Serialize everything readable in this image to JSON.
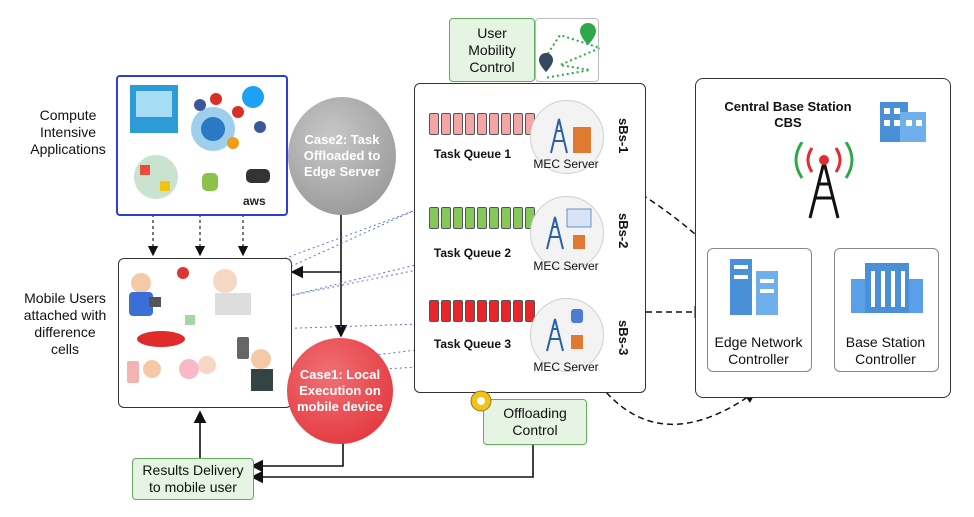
{
  "left": {
    "compute_label": "Compute\nIntensive\nApplications",
    "users_label": "Mobile Users\nattached with\ndifference\ncells"
  },
  "cases": {
    "case2": "Case2: Task\nOffloaded to\nEdge Server",
    "case1": "Case1: Local\nExecution on\nmobile device"
  },
  "results_box": "Results Delivery\nto mobile user",
  "mobility_box": "User\nMobility\nControl",
  "offloading_box": "Offloading\nControl",
  "queues": [
    {
      "label": "Task Queue 1",
      "color": "#f4a6a6"
    },
    {
      "label": "Task Queue 2",
      "color": "#86c95a"
    },
    {
      "label": "Task Queue 3",
      "color": "#e8262a"
    }
  ],
  "mec_label": "MEC Server",
  "sbs": [
    "sBs-1",
    "sBs-2",
    "sBs-3"
  ],
  "cbs": {
    "title": "Central Base Station",
    "subtitle": "CBS",
    "edge_controller": "Edge Network\nController",
    "base_controller": "Base Station\nController"
  },
  "apps_icon_text": "aws",
  "colors": {
    "case2_gray": "#9a9a9a",
    "case1_red": "#e8363c",
    "green_fill": "#e6f4e3",
    "blue_border": "#2a3fd6",
    "orange_line": "#f2a030",
    "green_line": "#2fa84a",
    "dotted_blue": "#5a6fe0"
  }
}
